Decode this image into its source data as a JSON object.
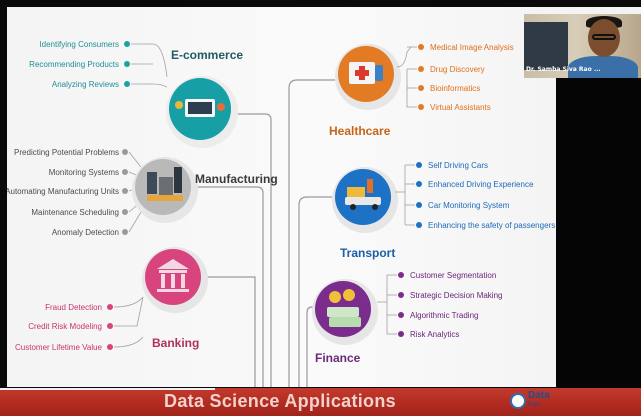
{
  "video": {
    "name": "Dr. Samba Siva Rao ..."
  },
  "footer": {
    "title": "Data Science Applications",
    "logo_text": "Data",
    "logo_sub": "Flair"
  },
  "sections": {
    "ecommerce": {
      "title": "E-commerce",
      "items": [
        "Identifying Consumers",
        "Recommending Products",
        "Analyzing Reviews"
      ],
      "color": "#1aa3a3"
    },
    "manufacturing": {
      "title": "Manufacturing",
      "items": [
        "Predicting Potential Problems",
        "Monitoring Systems",
        "Automating Manufacturing Units",
        "Maintenance Scheduling",
        "Anomaly Detection"
      ],
      "color": "#8a8a8a"
    },
    "banking": {
      "title": "Banking",
      "items": [
        "Fraud Detection",
        "Credit Risk Modeling",
        "Customer Lifetime Value"
      ],
      "color": "#d6457d"
    },
    "healthcare": {
      "title": "Healthcare",
      "items": [
        "Medical Image Analysis",
        "Drug Discovery",
        "Bioinformatics",
        "Virtual Assistants"
      ],
      "color": "#e37b24"
    },
    "transport": {
      "title": "Transport",
      "items": [
        "Self Driving Cars",
        "Enhanced Driving Experience",
        "Car Monitoring System",
        "Enhancing the safety of passengers"
      ],
      "color": "#1e72c6"
    },
    "finance": {
      "title": "Finance",
      "items": [
        "Customer Segmentation",
        "Strategic Decision Making",
        "Algorithmic Trading",
        "Risk Analytics"
      ],
      "color": "#7a2d8c"
    }
  },
  "colors": {
    "footer": "#b12a20",
    "slide_bg": "#f6f6f6"
  }
}
